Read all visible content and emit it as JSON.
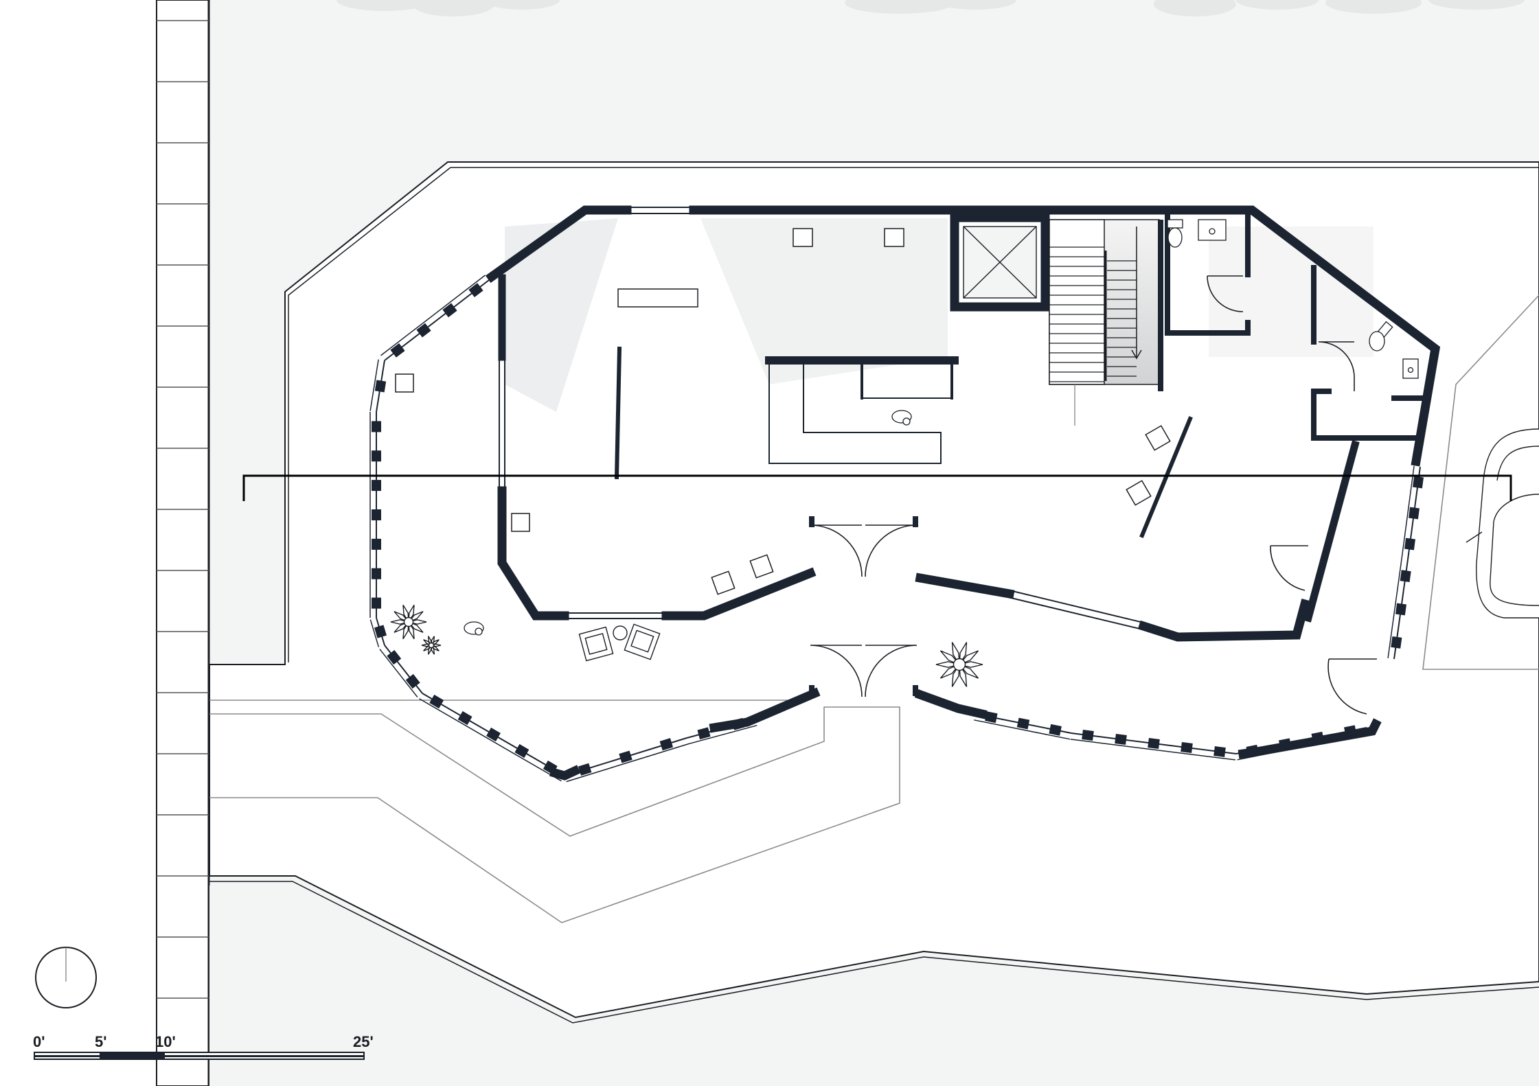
{
  "colors": {
    "wall": "#1b2430",
    "ground": "#f3f4f4",
    "paper": "#ffffff",
    "line": "#1a1d22",
    "thin": "#7a7a7a",
    "foliage": "#e6e7e7"
  },
  "scale_bar": {
    "labels": [
      "0'",
      "5'",
      "10'",
      "25'"
    ]
  },
  "icons": {
    "north": "north-arrow-icon",
    "plant": "plant-icon",
    "car": "car-icon",
    "toilet": "toilet-icon",
    "sink": "sink-icon",
    "chair": "lounge-chair-icon",
    "person": "person-icon"
  }
}
